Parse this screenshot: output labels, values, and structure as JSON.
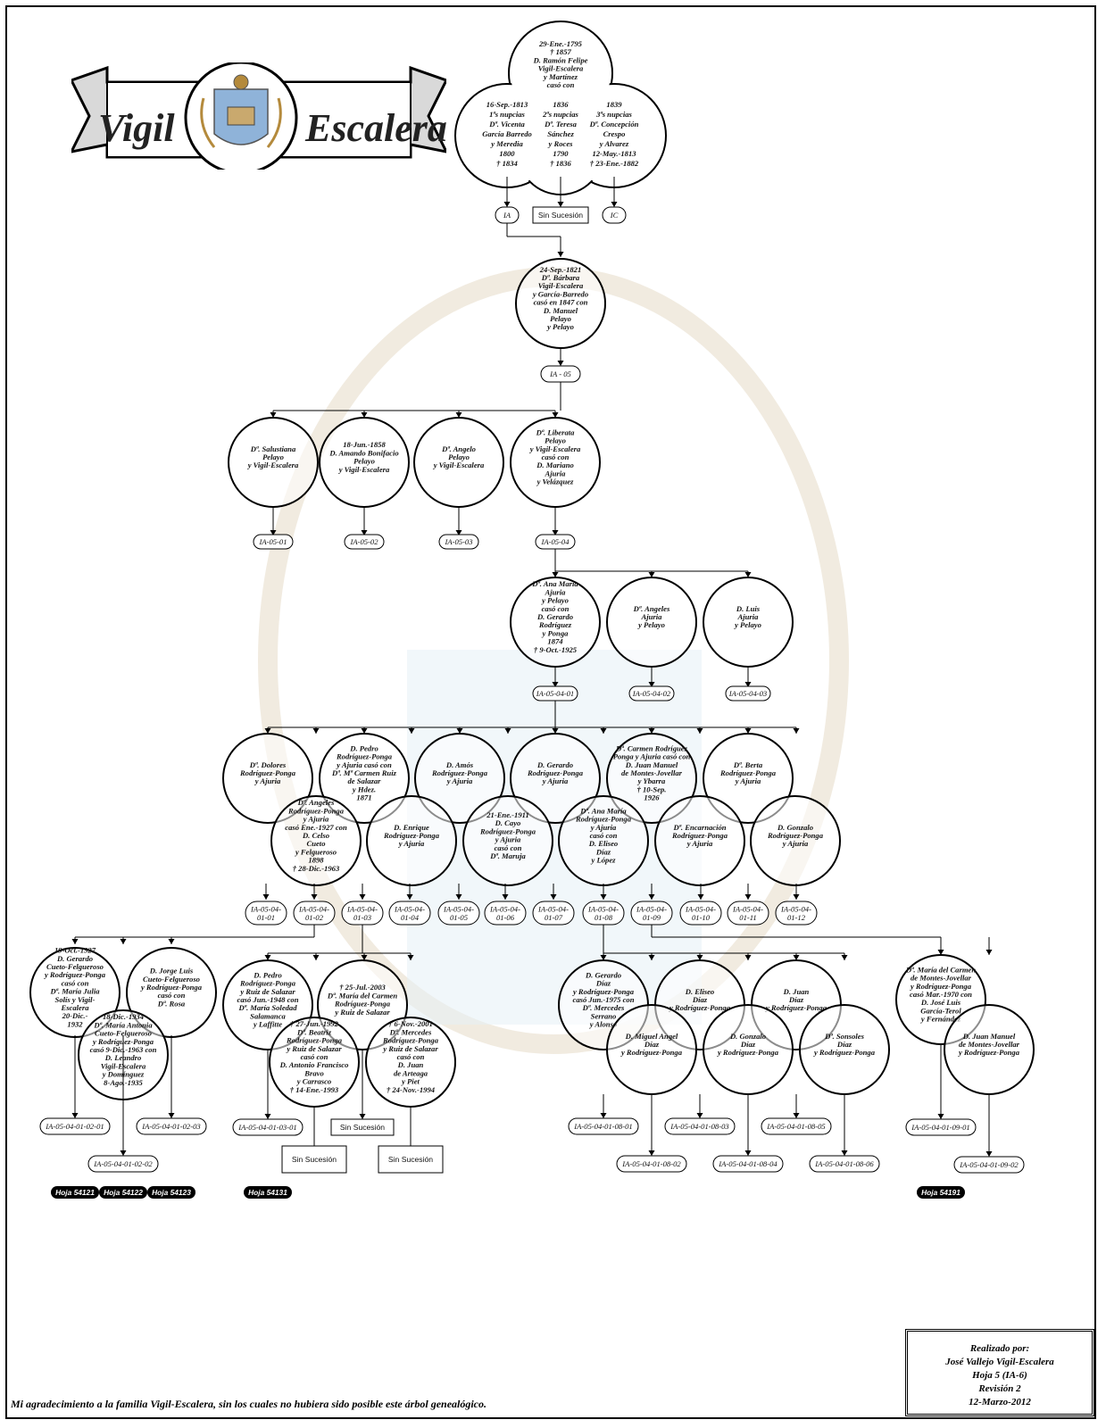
{
  "header": {
    "surname_left": "Vigil",
    "surname_right": "Escalera",
    "crest_icon": "coat-of-arms-icon"
  },
  "root": {
    "lines": [
      "29-Ene.-1795",
      "† 1857",
      "D. Ramón Felipe",
      "Vigil-Escalera",
      "y Martínez",
      "casó con"
    ],
    "spouses": [
      {
        "lines": [
          "16-Sep.-1813",
          "1ªs nupcias",
          "Dª. Vicenta",
          "García Barredo",
          "y Meredia",
          "1800",
          "† 1834"
        ]
      },
      {
        "lines": [
          "1836",
          "2ªs nupcias",
          "Dª. Teresa",
          "Sánchez",
          "y Roces",
          "1790",
          "† 1836"
        ]
      },
      {
        "lines": [
          "1839",
          "3ªs nupcias",
          "Dª. Concepción",
          "Crespo",
          "y Alvarez",
          "12-May.-1813",
          "† 23-Ene.-1882"
        ]
      }
    ],
    "codes": [
      "IA",
      "Sin Sucesión",
      "IC"
    ]
  },
  "people": {
    "barbara": [
      "24-Sep.-1821",
      "Dª. Bárbara",
      "Vigil-Escalera",
      "y García-Barredo",
      "casó en 1847 con",
      "D. Manuel",
      "Pelayo",
      "y Pelayo"
    ],
    "g3": [
      [
        "Dª. Salustiana",
        "Pelayo",
        "y Vigil-Escalera"
      ],
      [
        "18-Jun.-1858",
        "D. Amando Bonifacio",
        "Pelayo",
        "y Vigil-Escalera"
      ],
      [
        "Dª. Angelo",
        "Pelayo",
        "y Vigil-Escalera"
      ],
      [
        "Dª. Liberata",
        "Pelayo",
        "y Vigil-Escalera",
        "casó con",
        "D. Mariano",
        "Ajuria",
        "y Velázquez"
      ]
    ],
    "g4": [
      [
        "Dª. Ana María",
        "Ajuria",
        "y Pelayo",
        "casó con",
        "D. Gerardo",
        "Rodríguez",
        "y Ponga",
        "1874",
        "† 9-Oct.-1925"
      ],
      [
        "Dª. Angeles",
        "Ajuria",
        "y Pelayo"
      ],
      [
        "D. Luis",
        "Ajuria",
        "y Pelayo"
      ]
    ],
    "g5": [
      [
        "Dª. Dolores",
        "Rodríguez-Ponga",
        "y Ajuria"
      ],
      [
        "D. Pedro",
        "Rodríguez-Ponga",
        "y Ajuria casó con",
        "Dª. Mª Carmen Ruiz",
        "de Salazar",
        "y Hdez.",
        "1871"
      ],
      [
        "D. Amós",
        "Rodríguez-Ponga",
        "y Ajuria"
      ],
      [
        "D. Gerardo",
        "Rodríguez-Ponga",
        "y Ajuria"
      ],
      [
        "Dª. Carmen Rodríguez",
        "Ponga y Ajuria casó con",
        "D. Juan Manuel",
        "de Montes-Jovellar",
        "y Ybarra",
        "† 10-Sep.",
        "1926"
      ],
      [
        "Dª. Berta",
        "Rodríguez-Ponga",
        "y Ajuria"
      ],
      [
        "Dª. Angeles",
        "Rodríguez-Ponga",
        "y Ajuria",
        "casó Ene.-1927 con",
        "D. Celso",
        "Cueto",
        "y Felgueroso",
        "1898",
        "† 28-Dic.-1963"
      ],
      [
        "D. Enrique",
        "Rodríguez-Ponga",
        "y Ajuria"
      ],
      [
        "21-Ene.-1911",
        "D. Cayo",
        "Rodríguez-Ponga",
        "y Ajuria",
        "casó con",
        "Dª. Maruja"
      ],
      [
        "Dª. Ana María",
        "Rodríguez-Ponga",
        "y Ajuria",
        "casó con",
        "D. Eliseo",
        "Díaz",
        "y López"
      ],
      [
        "Dª. Encarnación",
        "Rodríguez-Ponga",
        "y Ajuria"
      ],
      [
        "D. Gonzalo",
        "Rodríguez-Ponga",
        "y Ajuria"
      ]
    ],
    "g6": [
      [
        "19-Oct.-1927",
        "D. Gerardo",
        "Cueto-Felgueroso",
        "y Rodríguez-Ponga",
        "casó con",
        "Dª. María Julia",
        "Solís y Vigil-",
        "Escalera",
        "20-Dic.-",
        "1932"
      ],
      [
        "D. Jorge Luis",
        "Cueto-Felgueroso",
        "y Rodríguez-Ponga",
        "casó con",
        "Dª. Rosa"
      ],
      [
        "18-Dic.-1934",
        "Dª. María Antonia",
        "Cueto-Felgueroso",
        "y Rodríguez-Ponga",
        "casó 9-Dic.-1963 con",
        "D. Leandro",
        "Vigil-Escalera",
        "y Domínguez",
        "8-Ago.-1935"
      ],
      [
        "D. Pedro",
        "Rodríguez-Ponga",
        "y Ruiz de Salazar",
        "casó Jun.-1948 con",
        "Dª. María Soledad",
        "Salamanca",
        "y Laffitte"
      ],
      [
        "† 25-Jul.-2003",
        "Dª. María del Carmen",
        "Rodríguez-Ponga",
        "y Ruiz de Salazar"
      ],
      [
        "† 27-Jun.-1992",
        "Dª. Beatriz",
        "Rodríguez-Ponga",
        "y Ruiz de Salazar",
        "casó con",
        "D. Antonio Francisco",
        "Bravo",
        "y Carrasco",
        "† 14-Ene.-1993"
      ],
      [
        "† 6-Nov.-2001",
        "Dª. Mercedes",
        "Rodríguez-Ponga",
        "y Ruiz de Salazar",
        "casó con",
        "D. Juan",
        "de Arteaga",
        "y Piet",
        "† 24-Nov.-1994"
      ],
      [
        "D. Gerardo",
        "Díaz",
        "y Rodríguez-Ponga",
        "casó Jun.-1975 con",
        "Dª. Mercedes",
        "Serrano",
        "y Alonso"
      ],
      [
        "D. Eliseo",
        "Díaz",
        "y Rodríguez-Ponga"
      ],
      [
        "D. Juan",
        "Díaz",
        "y Rodríguez-Ponga"
      ],
      [
        "D. Miguel Angel",
        "Díaz",
        "y Rodríguez-Ponga"
      ],
      [
        "D. Gonzalo",
        "Díaz",
        "y Rodríguez-Ponga"
      ],
      [
        "Dª. Sonsoles",
        "Díaz",
        "y Rodríguez-Ponga"
      ],
      [
        "Dª. María del Carmen",
        "de Montes-Jovellar",
        "y Rodríguez-Ponga",
        "casó Mar.-1970 con",
        "D. José Luis",
        "García-Terol",
        "y Fernández"
      ],
      [
        "D. Juan Manuel",
        "de Montes-Jovellar",
        "y Rodríguez-Ponga"
      ]
    ]
  },
  "codes": {
    "barbara": "IA - 05",
    "g3": [
      "IA-05-01",
      "IA-05-02",
      "IA-05-03",
      "IA-05-04"
    ],
    "g4": [
      "IA-05-04-01",
      "IA-05-04-02",
      "IA-05-04-03"
    ],
    "g5": [
      [
        "IA-05-04-",
        "01-01"
      ],
      [
        "IA-05-04-",
        "01-02"
      ],
      [
        "IA-05-04-",
        "01-03"
      ],
      [
        "IA-05-04-",
        "01-04"
      ],
      [
        "IA-05-04-",
        "01-05"
      ],
      [
        "IA-05-04-",
        "01-06"
      ],
      [
        "IA-05-04-",
        "01-07"
      ],
      [
        "IA-05-04-",
        "01-08"
      ],
      [
        "IA-05-04-",
        "01-09"
      ],
      [
        "IA-05-04-",
        "01-10"
      ],
      [
        "IA-05-04-",
        "01-11"
      ],
      [
        "IA-05-04-",
        "01-12"
      ]
    ],
    "g6": [
      "IA-05-04-01-02-01",
      "IA-05-04-01-02-02",
      "IA-05-04-01-02-03",
      "IA-05-04-01-03-01",
      "IA-05-04-01-08-01",
      "IA-05-04-01-08-02",
      "IA-05-04-01-08-03",
      "IA-05-04-01-08-04",
      "IA-05-04-01-08-05",
      "IA-05-04-01-08-06",
      "IA-05-04-01-09-01",
      "IA-05-04-01-09-02"
    ],
    "sin_sucesion": "Sin Sucesión"
  },
  "sheets": [
    "Hoja 54121",
    "Hoja 54122",
    "Hoja 54123",
    "Hoja 54131",
    "Hoja 54191"
  ],
  "credits": {
    "made_by": "Realizado por:",
    "author": "José Vallejo Vigil-Escalera",
    "sheet": "Hoja 5   (IA-6)",
    "revision": "Revisión 2",
    "date": "12-Marzo-2012"
  },
  "footer": {
    "thanks": "Mi agradecimiento a la familia Vigil-Escalera, sin los cuales no hubiera sido posible este árbol genealógico."
  }
}
